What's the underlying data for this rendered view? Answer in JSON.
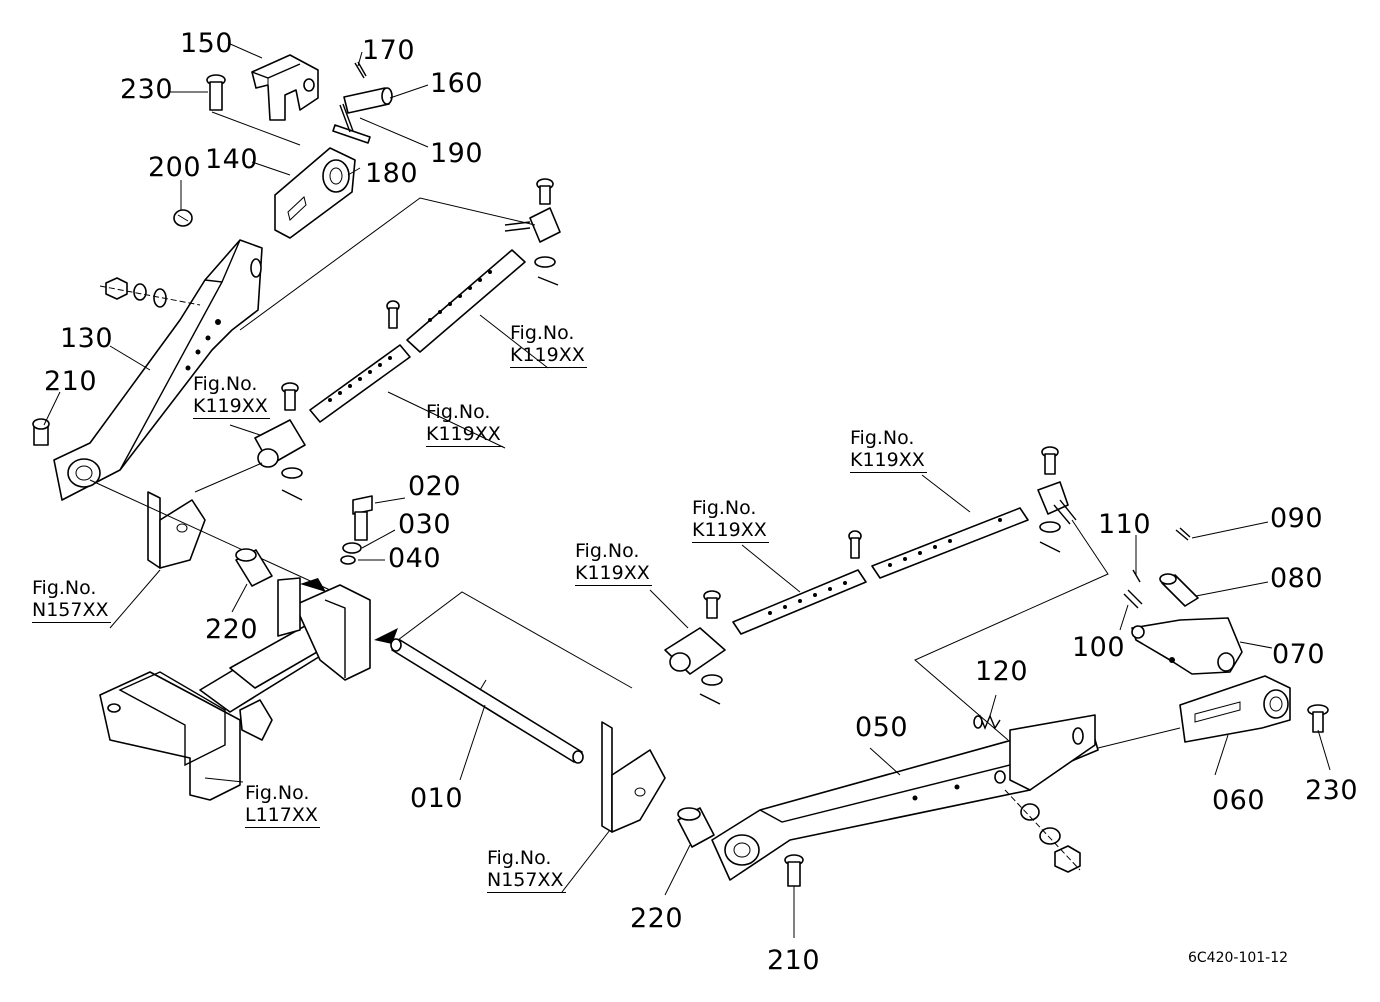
{
  "diagram": {
    "part_numbers": {
      "p150": "150",
      "p170": "170",
      "p230a": "230",
      "p160": "160",
      "p190": "190",
      "p200": "200",
      "p140": "140",
      "p180": "180",
      "p130": "130",
      "p210a": "210",
      "p020": "020",
      "p030": "030",
      "p040": "040",
      "p220a": "220",
      "p110": "110",
      "p090": "090",
      "p080": "080",
      "p100": "100",
      "p070": "070",
      "p120": "120",
      "p050": "050",
      "p010": "010",
      "p060": "060",
      "p230b": "230",
      "p220b": "220",
      "p210b": "210"
    },
    "figure_refs": {
      "fig_label": "Fig.No.",
      "k1": "K119XX",
      "k2": "K119XX",
      "k3": "K119XX",
      "k4": "K119XX",
      "k5": "K119XX",
      "k6": "K119XX",
      "n1": "N157XX",
      "n2": "N157XX",
      "l1": "L117XX"
    },
    "drawing_code": "6C420-101-12"
  }
}
